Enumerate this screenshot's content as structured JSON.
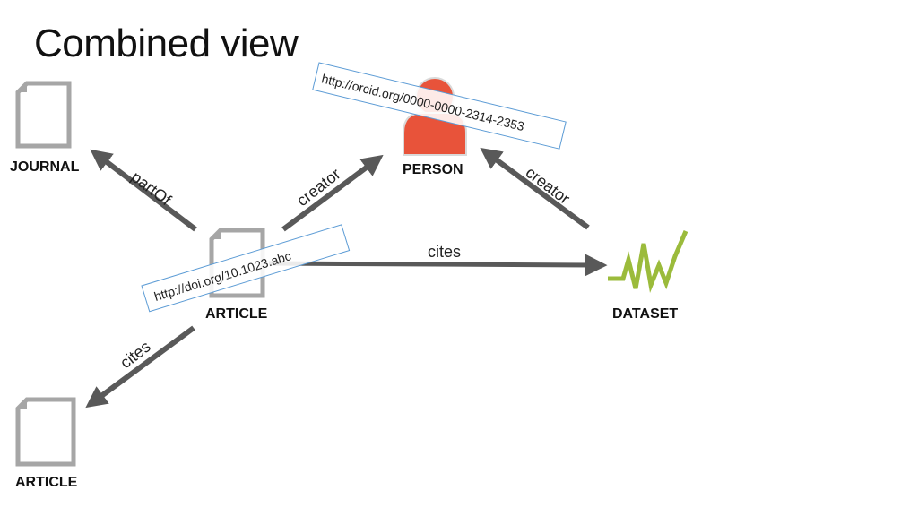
{
  "slide": {
    "title": "Combined view"
  },
  "nodes": {
    "journal": {
      "label": "JOURNAL",
      "icon": "document-icon"
    },
    "article_main": {
      "label": "ARTICLE",
      "icon": "document-icon",
      "uri": "http://doi.org/10.1023.abc"
    },
    "article_cited": {
      "label": "ARTICLE",
      "icon": "document-icon"
    },
    "person": {
      "label": "PERSON",
      "icon": "person-icon",
      "uri": "http://orcid.org/0000-0000-2314-2353"
    },
    "dataset": {
      "label": "DATASET",
      "icon": "dataset-chart-icon"
    }
  },
  "edges": {
    "article_partof_journal": {
      "label": "partOf"
    },
    "article_creator_person": {
      "label": "creator"
    },
    "dataset_creator_person": {
      "label": "creator"
    },
    "article_cites_dataset": {
      "label": "cites"
    },
    "article_cites_article": {
      "label": "cites"
    }
  },
  "colors": {
    "arrow": "#595959",
    "document": "#a6a6a6",
    "person": "#e8533a",
    "dataset": "#9bbb3b",
    "uri_border": "#5b9bd5"
  }
}
